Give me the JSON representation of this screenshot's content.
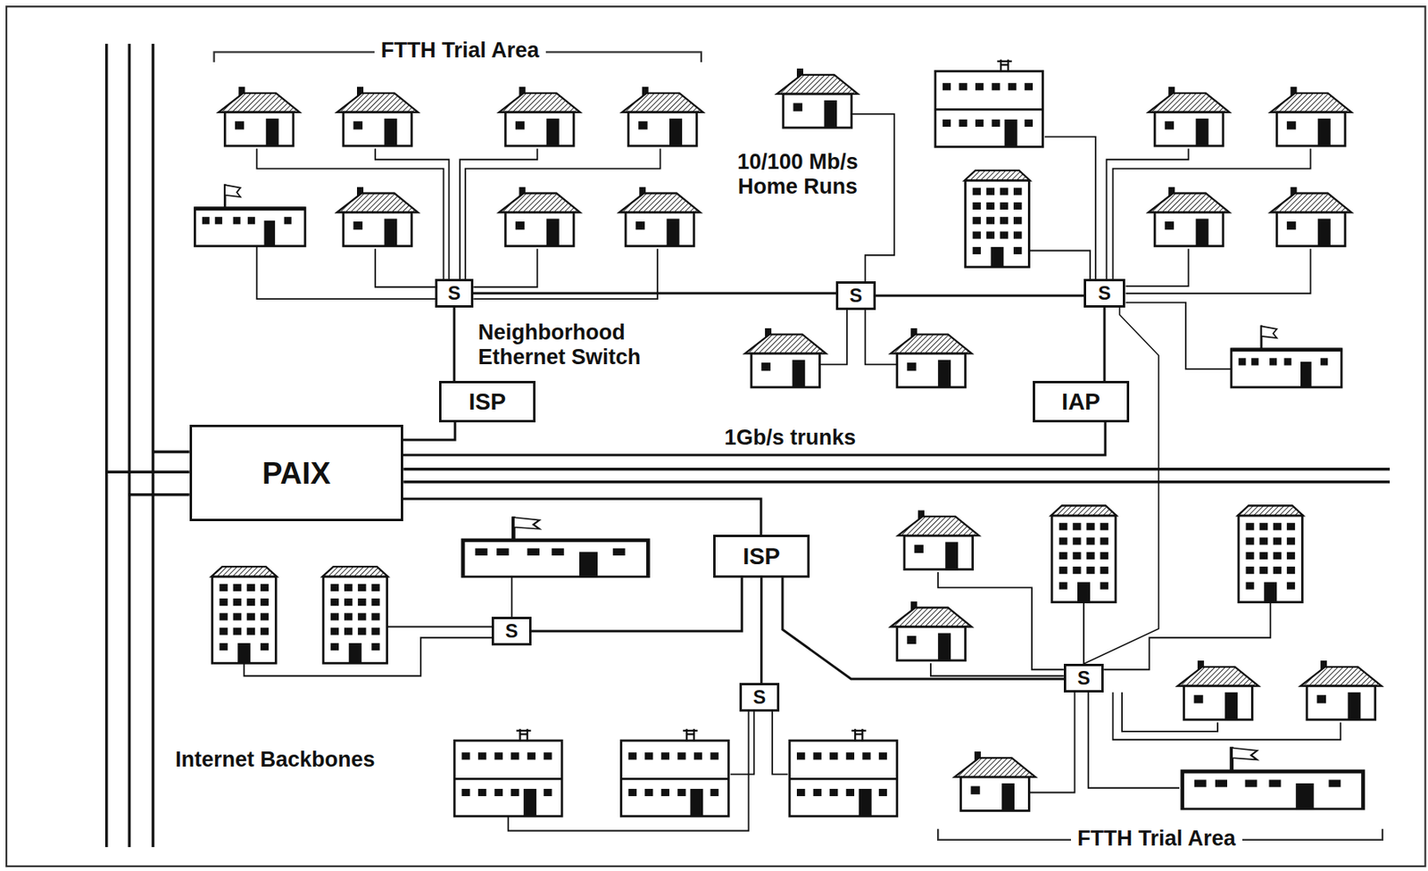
{
  "diagram": {
    "nodes": [
      {
        "text": [
          "S"
        ]
      },
      {
        "text": [
          "S"
        ]
      },
      {
        "text": [
          "S"
        ]
      },
      {
        "text": [
          "ISP"
        ]
      },
      {
        "text": [
          "IAP"
        ]
      },
      {
        "text": [
          "PAIX"
        ]
      },
      {
        "text": [
          "ISP"
        ]
      },
      {
        "text": [
          "S"
        ]
      },
      {
        "text": [
          "S"
        ]
      },
      {
        "text": [
          "S"
        ]
      }
    ],
    "edges": [
      {
        "from": 0,
        "to": 3,
        "arrow": "none"
      },
      {
        "from": 3,
        "to": 5,
        "arrow": "none"
      },
      {
        "from": 0,
        "to": 1,
        "arrow": "none"
      },
      {
        "from": 1,
        "to": 2,
        "arrow": "none"
      },
      {
        "from": 2,
        "to": 4,
        "arrow": "none"
      },
      {
        "from": 4,
        "to": 5,
        "arrow": "none"
      },
      {
        "from": 5,
        "to": 6,
        "arrow": "none"
      },
      {
        "from": 6,
        "to": 7,
        "arrow": "none"
      },
      {
        "from": 6,
        "to": 9,
        "arrow": "none"
      },
      {
        "from": 6,
        "to": 8,
        "arrow": "none"
      },
      {
        "from": 2,
        "to": 8,
        "arrow": "none"
      }
    ],
    "labels": [
      "FTTH Trial Area",
      "10/100 Mb/s Home Runs",
      "Neighborhood Ethernet Switch",
      "1Gb/s trunks",
      "Internet Backbones",
      "FTTH Trial Area"
    ]
  }
}
